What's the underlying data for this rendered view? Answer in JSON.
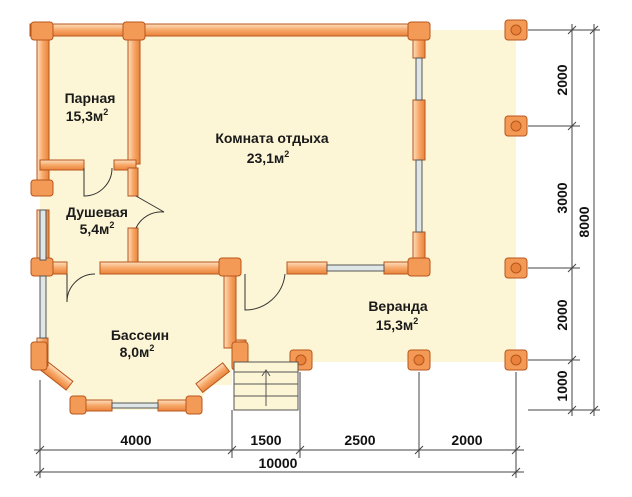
{
  "rooms": {
    "parnaya": {
      "name": "Парная",
      "area_value": "15,3м",
      "area_sup": "2"
    },
    "komnata": {
      "name": "Комната отдыха",
      "area_value": "23,1м",
      "area_sup": "2"
    },
    "dushevaya": {
      "name": "Душевая",
      "area_value": "5,4м",
      "area_sup": "2"
    },
    "bassein": {
      "name": "Бассеин",
      "area_value": "8,0м",
      "area_sup": "2"
    },
    "veranda": {
      "name": "Веранда",
      "area_value": "15,3м",
      "area_sup": "2"
    }
  },
  "dimensions": {
    "bottom": [
      "4000",
      "1500",
      "2500",
      "2000"
    ],
    "bottom_total": "10000",
    "right": [
      "2000",
      "3000",
      "2000",
      "1000"
    ],
    "right_total": "8000"
  },
  "colors": {
    "floor": "#fdf6d6",
    "log_light": "#fcd3a8",
    "log_dark": "#f0893e",
    "log_stroke": "#b8561c"
  }
}
